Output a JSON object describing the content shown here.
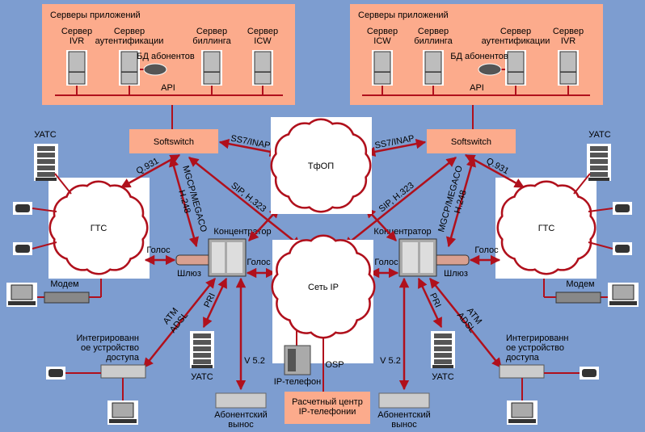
{
  "app_servers": {
    "title": "Серверы приложений",
    "servers": [
      [
        "Сервер",
        "IVR"
      ],
      [
        "Сервер",
        "аутентификации"
      ],
      [
        "Сервер",
        "биллинга"
      ],
      [
        "Сервер",
        "ICW"
      ]
    ],
    "db": "БД абонентов",
    "api": "API"
  },
  "softswitch": "Softswitch",
  "pstn": "ТфОП",
  "ip_network": "Сеть IP",
  "city_network": "ГТС",
  "pbx": "УАТС",
  "modem": "Модем",
  "concentrator": "Концентратор",
  "gateway": "Шлюз",
  "voice": "Голос",
  "iad": [
    "Интегрированн",
    "ое устройство",
    "доступа"
  ],
  "subscriber_remote": [
    "Абонентский",
    "вынос"
  ],
  "ip_phone": "IP-телефон",
  "osp": "OSP",
  "billing_center": [
    "Расчетный центр",
    "IP-телефонии"
  ],
  "protocols": {
    "q931": "Q.931",
    "ss7": "SS7/INAP",
    "mgcp": [
      "MGCP/MEGACO",
      "H.248"
    ],
    "sip": "SIP, H.323",
    "atm_adsl": [
      "ATM",
      "ADSL"
    ],
    "pri": "PRI",
    "v52": "V 5.2"
  },
  "colors": {
    "background": "#7d9dd0",
    "box": "#fcab8c",
    "link": "#b0101c",
    "cloud": "#ffffff"
  }
}
